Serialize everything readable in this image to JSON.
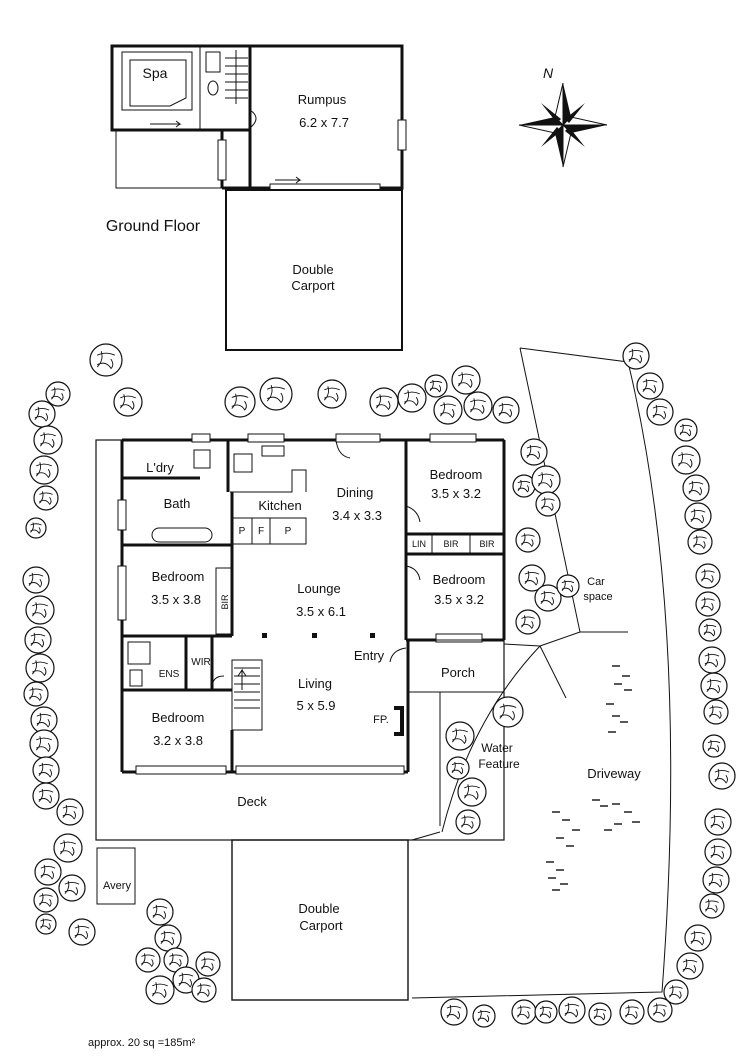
{
  "ground_floor": {
    "title": "Ground Floor",
    "spa": "Spa",
    "rumpus": {
      "name": "Rumpus",
      "size": "6.2 x 7.7"
    },
    "carport": {
      "line1": "Double",
      "line2": "Carport"
    }
  },
  "compass": {
    "north": "N"
  },
  "main_floor": {
    "laundry": "L'dry",
    "bath": "Bath",
    "kitchen": "Kitchen",
    "pantry": [
      "P",
      "F",
      "P"
    ],
    "dining": {
      "name": "Dining",
      "size": "3.4 x 3.3"
    },
    "bedroom_ne": {
      "name": "Bedroom",
      "size": "3.5 x 3.2"
    },
    "lin": "LIN",
    "bir1": "BIR",
    "bir2": "BIR",
    "bedroom_e": {
      "name": "Bedroom",
      "size": "3.5 x 3.2"
    },
    "bedroom_w": {
      "name": "Bedroom",
      "size": "3.5 x 3.8"
    },
    "bir_w": "BIR",
    "lounge": {
      "name": "Lounge",
      "size": "3.5 x 6.1"
    },
    "ens": "ENS",
    "wir": "WIR",
    "entry": "Entry",
    "porch": "Porch",
    "living": {
      "name": "Living",
      "size": "5 x 5.9"
    },
    "fp": "FP.",
    "bedroom_sw": {
      "name": "Bedroom",
      "size": "3.2 x 3.8"
    },
    "deck": "Deck",
    "aviary": "Avery",
    "carport": {
      "line1": "Double",
      "line2": "Carport"
    }
  },
  "site": {
    "car_space": {
      "line1": "Car",
      "line2": "space"
    },
    "water_feature": {
      "line1": "Water",
      "line2": "Feature"
    },
    "driveway": "Driveway",
    "area_note": "approx. 20 sq =185m²"
  }
}
